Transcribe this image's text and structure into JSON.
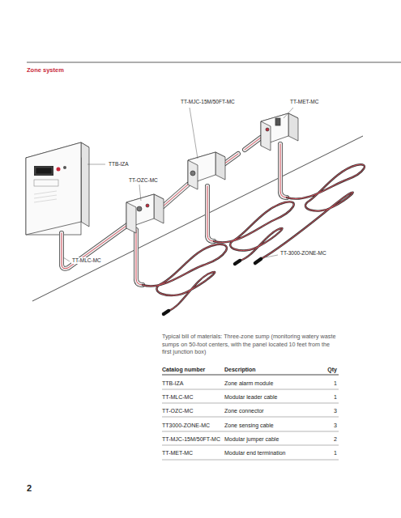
{
  "diagram": {
    "title": "Zone system",
    "caption": "Typical bill of materials: Three-zone sump (monitoring watery waste sumps on 50-foot centers, with the panel located 10 feet from the first junction box)",
    "labels": [
      "TTB-IZA",
      "TT-OZC-MC",
      "TT-MJC-15M/50FT-MC",
      "TT-MET-MC",
      "TT-MLC-MC",
      "TT-3000-ZONE-MC",
      "Catalog number",
      "Description",
      "Qty",
      "TTB-IZA",
      "Zone alarm module",
      "1",
      "TT-MLC-MC",
      "Modular leader cable",
      "1",
      "TT-OZC-MC",
      "Zone connector",
      "3",
      "TT3000-ZONE-MC",
      "Zone sensing cable",
      "3",
      "TT-MJC-15M/50FT-MC",
      "Modular jumper cable",
      "2",
      "TT-MET-MC",
      "Modular end termination",
      "1",
      "2"
    ]
  }
}
